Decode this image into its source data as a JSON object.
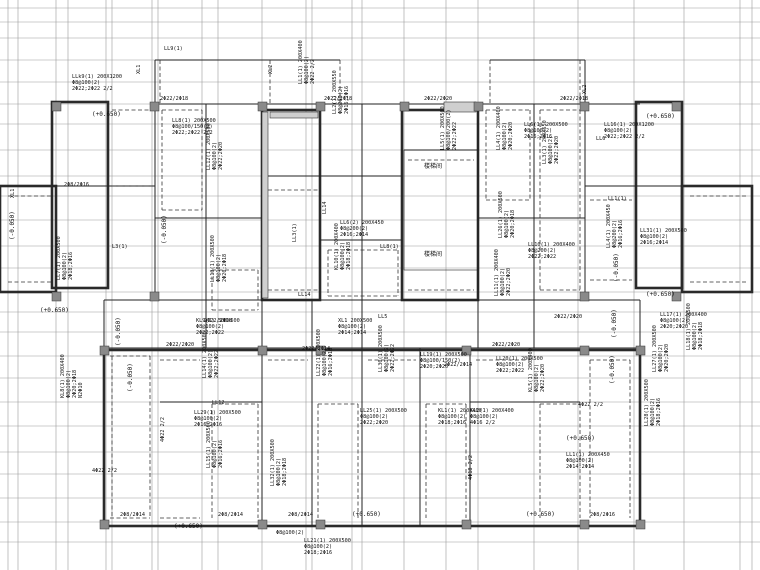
{
  "drawing": {
    "elevation_marks": [
      "(+0.650)",
      "(-0.050)",
      "(+0.650)",
      "(+0.650)",
      "(-0.050)",
      "(+0.650)",
      "(-0.050)",
      "(+0.650)",
      "(-0.050)",
      "(-0.050)",
      "(-0.050)",
      "(-0.050)",
      "(+0.650)",
      "(+0.650)",
      "(+0.650)"
    ],
    "room_labels": [
      "楼梯间",
      "楼梯间"
    ],
    "beam_labels": [
      {
        "name": "LL9(1)",
        "lines": [
          "LL9(1)"
        ]
      },
      {
        "name": "LLk9(1)",
        "lines": [
          "LLk9(1) 200X1200",
          "Φ8@100(2)",
          "2Φ22;2Φ22 2/2"
        ]
      },
      {
        "name": "LL8",
        "lines": [
          "LL8(1) 200X500",
          "Φ8@100/150(2)",
          "2Φ22;2Φ22 2/2"
        ]
      },
      {
        "name": "LL7",
        "lines": [
          "LL7(1) 200X500",
          "Φ8@100(2)",
          "2Φ18;2Φ16"
        ]
      },
      {
        "name": "LL12",
        "lines": [
          "LL12(1) 200X500",
          "Φ8@100(2)",
          "2Φ22;2Φ20"
        ]
      },
      {
        "name": "LL13",
        "lines": [
          "LL13(1) 200X500",
          "Φ8@100(2)",
          "2Φ20;2Φ18"
        ]
      },
      {
        "name": "LL14",
        "lines": [
          "LL14(1) 200X500",
          "Φ8@100(2)",
          "2Φ22;2Φ22"
        ]
      },
      {
        "name": "LL15",
        "lines": [
          "LL15(1) 200X500",
          "Φ8@100(2)",
          "2Φ16;2Φ16"
        ]
      },
      {
        "name": "LL1-top",
        "lines": [
          "LL1(1) 200X400",
          "Φ8@100(2)",
          "2Φ22 2/2"
        ]
      },
      {
        "name": "LL2-top",
        "lines": [
          "LL2(1) 200X550",
          "Φ8@200(2)",
          "2Φ16;2Φ16"
        ]
      },
      {
        "name": "LL6",
        "lines": [
          "LL6(2) 200X450",
          "Φ8@200(2)",
          "2Φ16;2Φ14"
        ]
      },
      {
        "name": "LL4",
        "lines": [
          "LL4(1) 200X400",
          "Φ8@100(2)",
          "2Φ20;2Φ20"
        ]
      },
      {
        "name": "LL10",
        "lines": [
          "LL10(1) 200X400",
          "Φ8@200(2)",
          "2Φ22;2Φ22"
        ]
      },
      {
        "name": "LL11",
        "lines": [
          "LL11(1) 200X400",
          "Φ8@100(2)",
          "2Φ22;2Φ20"
        ]
      },
      {
        "name": "LL16",
        "lines": [
          "LL16(1) 200X1200",
          "Φ8@100(2)",
          "2Φ22;2Φ22 2/2"
        ]
      },
      {
        "name": "LL17",
        "lines": [
          "LL17(1) 200X400",
          "Φ8@100(2)",
          "2Φ20;2Φ20"
        ]
      },
      {
        "name": "LL18",
        "lines": [
          "LL18(1) 200X500",
          "Φ8@100(2)",
          "2Φ18;2Φ18"
        ]
      },
      {
        "name": "LL19",
        "lines": [
          "LL19(1) 200X500",
          "Φ8@100/150(2)",
          "2Φ20;2Φ20"
        ]
      },
      {
        "name": "LL20",
        "lines": [
          "LL20(1) 200X500",
          "Φ8@100(2)",
          "2Φ22;2Φ22"
        ]
      },
      {
        "name": "LL21",
        "lines": [
          "LL21(1) 200X500",
          "Φ8@100(2)",
          "2Φ18;2Φ16"
        ]
      },
      {
        "name": "LL22",
        "lines": [
          "LL22(1) 200X500",
          "Φ8@100(2)",
          "2Φ16;2Φ16"
        ]
      },
      {
        "name": "LL25",
        "lines": [
          "LL25(1) 200X500",
          "Φ8@100(2)",
          "2Φ22;2Φ20"
        ]
      },
      {
        "name": "LL30",
        "lines": [
          "LL30(1) 200X500",
          "Φ8@100(2)",
          "2Φ22;2Φ22"
        ]
      },
      {
        "name": "KL1",
        "lines": [
          "KL1(1) 200X400",
          "Φ8@100(2)",
          "2Φ18;2Φ16"
        ]
      },
      {
        "name": "KL2",
        "lines": [
          "KL2(1) 200X400",
          "Φ8@100(2)",
          "4Φ16 2/2"
        ]
      },
      {
        "name": "KL5",
        "lines": [
          "KL5(1) 200X400",
          "Φ8@100(2)",
          "2Φ22;2Φ20"
        ]
      },
      {
        "name": "KL8",
        "lines": [
          "KL8(1) 200X400",
          "Φ8@100(2)",
          "2Φ20;2Φ18",
          "N2Φ10"
        ]
      },
      {
        "name": "KL9",
        "lines": [
          "KL9(1) 300X600",
          "Φ8@100(2)",
          "2Φ22;2Φ22"
        ]
      },
      {
        "name": "KL10",
        "lines": [
          "KL10(1) 200X400",
          "Φ8@100(2)",
          "2Φ18;2Φ18"
        ]
      },
      {
        "name": "LL5",
        "lines": [
          "LL5(1) 200X500",
          "Φ8@100/200(2)",
          "2Φ22;2Φ22"
        ]
      },
      {
        "name": "LL3",
        "lines": [
          "LL3(1) 200X550",
          "Φ8@100(2)",
          "2Φ22;2Φ20"
        ]
      },
      {
        "name": "LL4b",
        "lines": [
          "LL4(1) 200X450",
          "Φ8@200(2)",
          "2Φ16;2Φ16"
        ]
      },
      {
        "name": "LL1b",
        "lines": [
          "LL1(1) 200X450",
          "Φ8@100(2)",
          "2Φ14;2Φ14"
        ]
      },
      {
        "name": "LL6b",
        "lines": [
          "LL6(1) 200X500",
          "Φ8@100(2)",
          "2Φ16;2Φ16"
        ]
      },
      {
        "name": "LL26",
        "lines": [
          "LL26(1) 200X500",
          "Φ8@100(2)",
          "2Φ20;2Φ18"
        ]
      },
      {
        "name": "LL27",
        "lines": [
          "LL27(1) 200X500",
          "Φ8@100(2)",
          "2Φ20;2Φ20"
        ]
      },
      {
        "name": "LL28",
        "lines": [
          "LL28(1) 200X500",
          "Φ8@100(2)",
          "2Φ18;2Φ16"
        ]
      },
      {
        "name": "LL29",
        "lines": [
          "LL29(1) 200X500",
          "Φ8@100(2)",
          "2Φ16;2Φ16"
        ]
      },
      {
        "name": "LL31",
        "lines": [
          "LL31(1) 200X500",
          "Φ8@100(2)",
          "2Φ16;2Φ14"
        ]
      },
      {
        "name": "LL32",
        "lines": [
          "LL32(1) 200X500",
          "Φ8@100(2)",
          "2Φ18;2Φ18"
        ]
      },
      {
        "name": "XL1",
        "lines": [
          "XL1 200X500",
          "Φ8@100(2)",
          "2Φ14;2Φ14"
        ]
      },
      {
        "name": "LL3(1)",
        "lines": [
          "LL3(1)"
        ]
      },
      {
        "name": "LL1(1)",
        "lines": [
          "LL1(1)"
        ]
      },
      {
        "name": "LL8(1)",
        "lines": [
          "LL8(1)"
        ]
      },
      {
        "name": "L3(1)",
        "lines": [
          "L3(1)"
        ]
      }
    ],
    "small_notes": [
      "2Φ22/2Φ18",
      "2Φ22/2Φ20",
      "2Φ22/2Φ18",
      "2Φ8/2Φ16",
      "2Φ8/2Φ14",
      "2Φ8/2Φ14",
      "2Φ8/2Φ14",
      "2Φ8/2Φ16",
      "4Φ22 2/2",
      "4Φ22 2/2",
      "4Φ18 2/2",
      "2Φ22/2Φ20",
      "2Φ22/2Φ20",
      "2Φ22/2Φ14",
      "2Φ22/2Φ14",
      "Φ8@100(2)",
      "4Φ22 2/2",
      "2Φ22/2Φ18",
      "2Φ22/2Φ20",
      "2Φ22/2Φ18",
      "XL1",
      "XL2",
      "XL2",
      "XL1",
      "LL12",
      "LL14",
      "LL14",
      "LL5",
      "LL6"
    ]
  }
}
